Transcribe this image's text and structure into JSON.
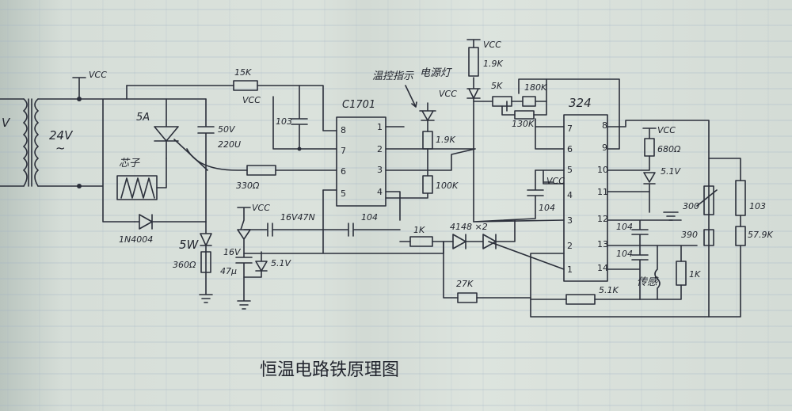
{
  "title": "恒温电路铁原理图",
  "power": {
    "vcc": "VCC",
    "transformer_label": "24V",
    "tilde": "~",
    "left_edge_text": "V"
  },
  "components": {
    "r15k": "15K",
    "c103": "103",
    "ic_name": "C1701",
    "scr": "5A",
    "heater": "芯子",
    "cap_main": "50V",
    "cap_main_val": "220U",
    "r330": "330Ω",
    "diode": "1N4004",
    "zener5w": "5W",
    "r360": "360Ω",
    "cap16": "16V",
    "cap47u": "47μ",
    "zener51a": "5.1V",
    "c16v47n": "16V47N",
    "c104a": "104",
    "r1k": "1K",
    "d4148": "4148 ×2",
    "r27k": "27K",
    "r51k": "5.1K",
    "led_label": "温控指示",
    "power_led": "电源灯",
    "r19ka": "1.9K",
    "r19kb": "1.9K",
    "r100k": "100K",
    "r5k": "5K",
    "r180k": "180K",
    "r130k": "130K",
    "op_amp": "324",
    "c104b": "104",
    "r680": "680Ω",
    "zener51b": "5.1V",
    "r300": "300",
    "r390": "390",
    "r103": "103",
    "r579k": "57.9K",
    "c104c": "104",
    "c104d": "104",
    "r1kb": "1K",
    "sensor": "传感"
  },
  "pins": {
    "ic_left": [
      "8",
      "7",
      "6",
      "5"
    ],
    "ic_right": [
      "1",
      "2",
      "3",
      "4"
    ],
    "op_left": [
      "7",
      "6",
      "5",
      "4",
      "3",
      "2",
      "1"
    ],
    "op_right": [
      "8",
      "9",
      "10",
      "11",
      "12",
      "13",
      "14"
    ]
  }
}
